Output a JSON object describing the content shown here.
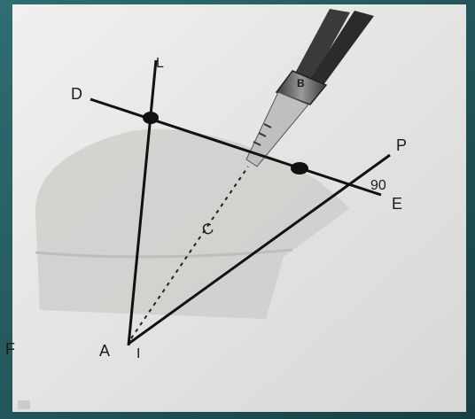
{
  "diagram": {
    "labels": {
      "A": "A",
      "B": "B",
      "C": "C",
      "D": "D",
      "E": "E",
      "F": "F",
      "L": "L",
      "P": "P",
      "I": "I",
      "angle": "90"
    },
    "colors": {
      "background": "#1f5a5d",
      "paper": "#e2e2e0",
      "line": "#111111",
      "tooth": "#cfcfcf"
    }
  }
}
